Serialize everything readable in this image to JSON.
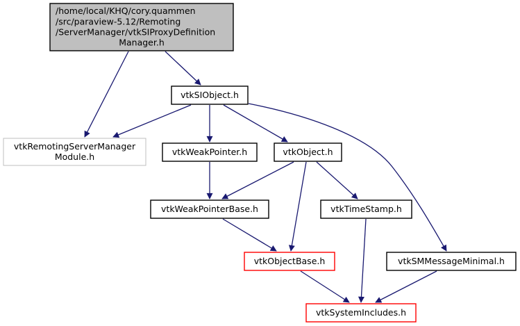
{
  "diagram": {
    "type": "include-dependency-graph",
    "edge_color": "#191970",
    "nodes": [
      {
        "id": "root",
        "lines": [
          "/home/local/KHQ/cory.quammen",
          "/src/paraview-5.12/Remoting",
          "/ServerManager/vtkSIProxyDefinition",
          "Manager.h"
        ],
        "style": "root",
        "fill": "#bfbfbf",
        "border": "#000000"
      },
      {
        "id": "vtkSIObject",
        "lines": [
          "vtkSIObject.h"
        ],
        "style": "normal",
        "fill": "#ffffff",
        "border": "#000000"
      },
      {
        "id": "vtkRemotingServerManagerModule",
        "lines": [
          "vtkRemotingServerManager",
          "Module.h"
        ],
        "style": "external",
        "fill": "#ffffff",
        "border": "#bfbfbf"
      },
      {
        "id": "vtkWeakPointer",
        "lines": [
          "vtkWeakPointer.h"
        ],
        "style": "normal",
        "fill": "#ffffff",
        "border": "#000000"
      },
      {
        "id": "vtkObject",
        "lines": [
          "vtkObject.h"
        ],
        "style": "normal",
        "fill": "#ffffff",
        "border": "#000000"
      },
      {
        "id": "vtkWeakPointerBase",
        "lines": [
          "vtkWeakPointerBase.h"
        ],
        "style": "normal",
        "fill": "#ffffff",
        "border": "#000000"
      },
      {
        "id": "vtkTimeStamp",
        "lines": [
          "vtkTimeStamp.h"
        ],
        "style": "normal",
        "fill": "#ffffff",
        "border": "#000000"
      },
      {
        "id": "vtkObjectBase",
        "lines": [
          "vtkObjectBase.h"
        ],
        "style": "truncated",
        "fill": "#ffffff",
        "border": "#ff0000"
      },
      {
        "id": "vtkSMMessageMinimal",
        "lines": [
          "vtkSMMessageMinimal.h"
        ],
        "style": "normal",
        "fill": "#ffffff",
        "border": "#000000"
      },
      {
        "id": "vtkSystemIncludes",
        "lines": [
          "vtkSystemIncludes.h"
        ],
        "style": "truncated",
        "fill": "#ffffff",
        "border": "#ff0000"
      }
    ],
    "edges": [
      {
        "from": "root",
        "to": "vtkRemotingServerManagerModule"
      },
      {
        "from": "root",
        "to": "vtkSIObject"
      },
      {
        "from": "vtkSIObject",
        "to": "vtkRemotingServerManagerModule"
      },
      {
        "from": "vtkSIObject",
        "to": "vtkWeakPointer"
      },
      {
        "from": "vtkSIObject",
        "to": "vtkObject"
      },
      {
        "from": "vtkSIObject",
        "to": "vtkSMMessageMinimal"
      },
      {
        "from": "vtkWeakPointer",
        "to": "vtkWeakPointerBase"
      },
      {
        "from": "vtkObject",
        "to": "vtkWeakPointerBase"
      },
      {
        "from": "vtkObject",
        "to": "vtkObjectBase"
      },
      {
        "from": "vtkObject",
        "to": "vtkTimeStamp"
      },
      {
        "from": "vtkWeakPointerBase",
        "to": "vtkObjectBase"
      },
      {
        "from": "vtkTimeStamp",
        "to": "vtkSystemIncludes"
      },
      {
        "from": "vtkObjectBase",
        "to": "vtkSystemIncludes"
      },
      {
        "from": "vtkSMMessageMinimal",
        "to": "vtkSystemIncludes"
      }
    ]
  }
}
